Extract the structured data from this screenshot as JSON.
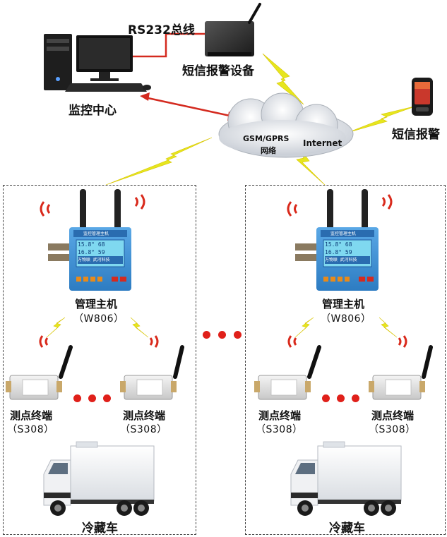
{
  "top": {
    "bus_label": "RS232总线",
    "sms_device_label": "短信报警设备",
    "monitor_center_label": "监控中心",
    "sms_alarm_label": "短信报警",
    "cloud_gsm_label": "GSM/GPRS",
    "cloud_network_label": "网络",
    "cloud_internet_label": "Internet"
  },
  "groups": [
    {
      "host_label": "管理主机",
      "host_model": "（W806）",
      "screen_title": "监控管理主机",
      "screen_line1": "15.8° 68",
      "screen_line2": "16.8° 59",
      "screen_footer": "万物联 武河科技",
      "terminals": [
        {
          "label": "测点终端",
          "model": "（S308）"
        },
        {
          "label": "测点终端",
          "model": "（S308）"
        }
      ],
      "truck_label": "冷藏车"
    },
    {
      "host_label": "管理主机",
      "host_model": "（W806）",
      "screen_title": "监控管理主机",
      "screen_line1": "15.8° 68",
      "screen_line2": "16.8° 59",
      "screen_footer": "万物联 武河科技",
      "terminals": [
        {
          "label": "测点终端",
          "model": "（S308）"
        },
        {
          "label": "测点终端",
          "model": "（S308）"
        }
      ],
      "truck_label": "冷藏车"
    }
  ],
  "colors": {
    "wire_red": "#d42a1f",
    "signal_yellow": "#e6e61e",
    "wave_red": "#d92a1c",
    "host_blue": "#3a8fd6",
    "screen_cyan": "#7fd8f0",
    "dot_red": "#e0201a"
  }
}
